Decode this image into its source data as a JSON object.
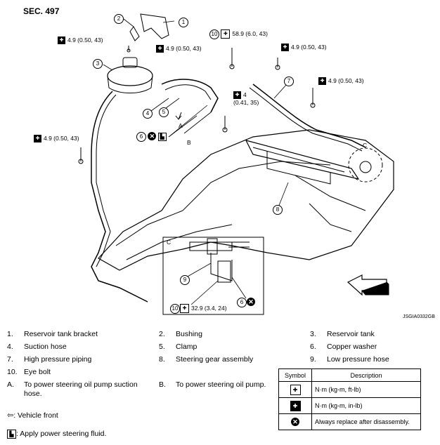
{
  "section_title": "SEC. 497",
  "image_ref": "JSGIA0332GB",
  "callouts": {
    "torque_top_left": "4.9 (0.50, 43)",
    "torque_reservoir": "4.9 (0.50, 43)",
    "torque_eyebolt_top": "58.9 (6.0, 43)",
    "torque_top_mid_right": "4.9 (0.50, 43)",
    "torque_right": "4.9 (0.50, 43)",
    "torque_small_val": "4",
    "torque_small_sub": "(0.41, 35)",
    "torque_left": "4.9 (0.50, 43)",
    "torque_detail_c": "32.9 (3.4, 24)",
    "label_a": "A",
    "label_b": "B",
    "label_c": "C",
    "label_c_box": "C"
  },
  "part_numbers": [
    "1",
    "2",
    "3",
    "4",
    "5",
    "6",
    "7",
    "8",
    "9",
    "10"
  ],
  "legend_items": [
    {
      "n": "1.",
      "t": "Reservoir tank bracket"
    },
    {
      "n": "2.",
      "t": "Bushing"
    },
    {
      "n": "3.",
      "t": "Reservoir tank"
    },
    {
      "n": "4.",
      "t": "Suction hose"
    },
    {
      "n": "5.",
      "t": "Clamp"
    },
    {
      "n": "6.",
      "t": "Copper washer"
    },
    {
      "n": "7.",
      "t": "High pressure piping"
    },
    {
      "n": "8.",
      "t": "Steering gear assembly"
    },
    {
      "n": "9.",
      "t": "Low pressure hose"
    },
    {
      "n": "10.",
      "t": "Eye bolt"
    },
    {
      "n": "A.",
      "t": "To power steering oil pump suction hose."
    },
    {
      "n": "B.",
      "t": "To power steering oil pump."
    }
  ],
  "notes": {
    "vehicle_front": ": Vehicle front",
    "apply_fluid": ": Apply power steering fluid."
  },
  "symbol_table": {
    "header_symbol": "Symbol",
    "header_description": "Description",
    "rows": [
      {
        "icon": "torque-ft-lb-icon",
        "desc": "N·m (kg-m, ft-lb)"
      },
      {
        "icon": "torque-in-lb-icon",
        "desc": "N·m (kg-m, in-lb)"
      },
      {
        "icon": "always-replace-icon",
        "desc": "Always replace after disassembly."
      }
    ]
  }
}
